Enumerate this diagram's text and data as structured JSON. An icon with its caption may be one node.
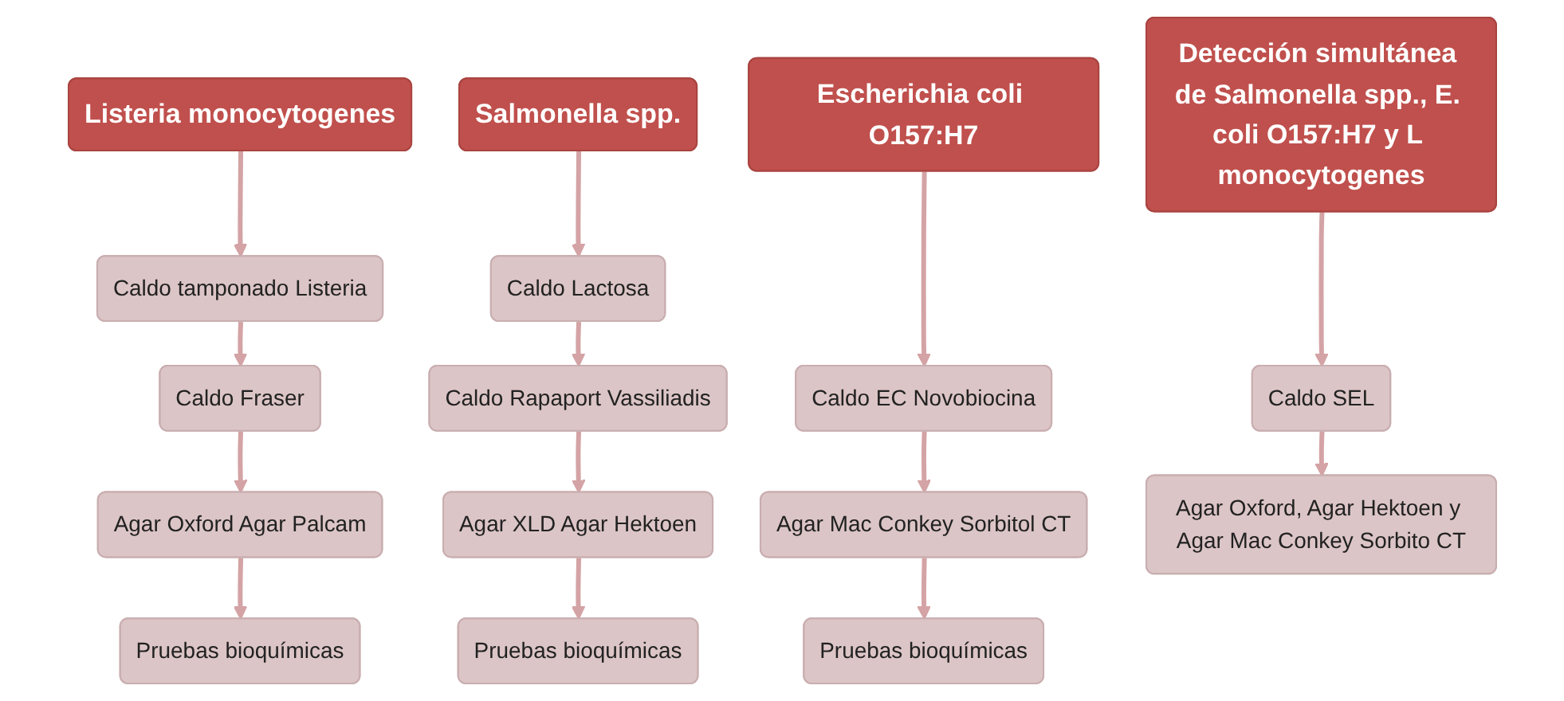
{
  "diagram": {
    "nodes": [
      {
        "text": [
          "Listeria monocytogenes"
        ]
      },
      {
        "text": [
          "Caldo tamponado Listeria"
        ]
      },
      {
        "text": [
          "Caldo Fraser"
        ]
      },
      {
        "text": [
          "Agar Oxford Agar Palcam"
        ]
      },
      {
        "text": [
          "Pruebas bioquímicas"
        ]
      },
      {
        "text": [
          "Salmonella spp."
        ]
      },
      {
        "text": [
          "Caldo Lactosa"
        ]
      },
      {
        "text": [
          "Caldo Rapaport Vassiliadis"
        ]
      },
      {
        "text": [
          "Agar XLD Agar Hektoen"
        ]
      },
      {
        "text": [
          "Pruebas bioquímicas"
        ]
      },
      {
        "text": [
          "Escherichia coli O157:H7"
        ]
      },
      {
        "text": [
          "Caldo EC Novobiocina"
        ]
      },
      {
        "text": [
          "Agar Mac Conkey Sorbitol CT"
        ]
      },
      {
        "text": [
          "Pruebas bioquímicas"
        ]
      },
      {
        "text": [
          "Detección simultánea de Salmonella spp., E. coli O157:H7 y L monocytogenes"
        ]
      },
      {
        "text": [
          "Caldo SEL"
        ]
      },
      {
        "text": [
          "Agar Oxford, Agar Hektoen y Agar Mac Conkey Sorbito CT"
        ]
      }
    ],
    "edges": [
      {
        "from": 0,
        "to": 1,
        "arrow": "to"
      },
      {
        "from": 1,
        "to": 2,
        "arrow": "to"
      },
      {
        "from": 2,
        "to": 3,
        "arrow": "to"
      },
      {
        "from": 3,
        "to": 4,
        "arrow": "to"
      },
      {
        "from": 5,
        "to": 6,
        "arrow": "to"
      },
      {
        "from": 6,
        "to": 7,
        "arrow": "to"
      },
      {
        "from": 7,
        "to": 8,
        "arrow": "to"
      },
      {
        "from": 8,
        "to": 9,
        "arrow": "to"
      },
      {
        "from": 10,
        "to": 11,
        "arrow": "to"
      },
      {
        "from": 11,
        "to": 12,
        "arrow": "to"
      },
      {
        "from": 12,
        "to": 13,
        "arrow": "to"
      },
      {
        "from": 14,
        "to": 15,
        "arrow": "to"
      },
      {
        "from": 15,
        "to": 16,
        "arrow": "to"
      }
    ]
  }
}
